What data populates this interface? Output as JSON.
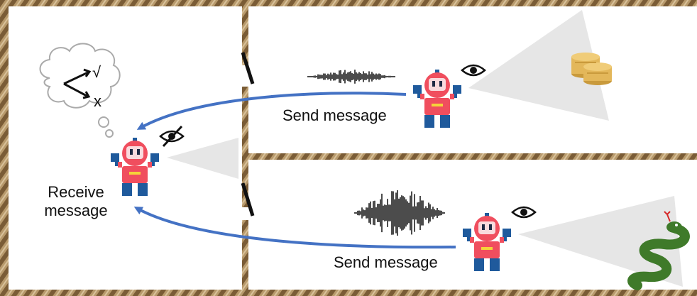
{
  "receiver": {
    "label": "Receive message"
  },
  "senders": [
    {
      "id": "top",
      "label": "Send message",
      "target": "coins"
    },
    {
      "id": "bottom",
      "label": "Send message",
      "target": "snake"
    }
  ],
  "thought": {
    "check": "√",
    "cross": "x"
  },
  "icons": [
    "robot-icon",
    "eye-icon",
    "eye-slash-icon",
    "coins-icon",
    "snake-icon",
    "thought-bubble-icon",
    "soundwave-icon"
  ],
  "colors": {
    "wall": "#a88a60",
    "arrow": "#4472c4",
    "robot_body": "#f04e5e",
    "robot_blue": "#1f5a9c",
    "cone": "#e6e6e6",
    "snake": "#3f7a2a",
    "coin": "#e3b75a"
  }
}
